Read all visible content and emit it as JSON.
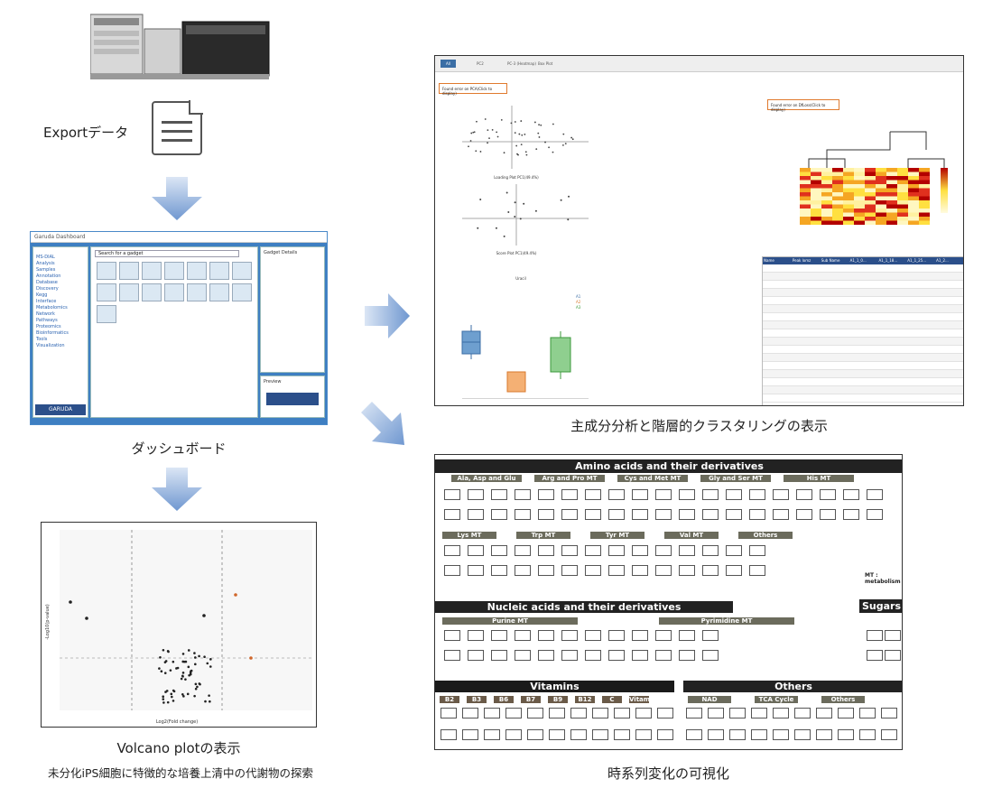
{
  "labels": {
    "export": "Exportデータ",
    "dashboard": "ダッシュボード",
    "volcano": "Volcano plotの表示",
    "volcano_sub": "未分化iPS細胞に特徴的な培養上清中の代謝物の探索",
    "pca": "主成分分析と階層的クラスタリングの表示",
    "timeseries": "時系列変化の可視化"
  },
  "dashboard_shot": {
    "title": "Garuda Dashboard",
    "search": "Search for a gadget",
    "brand": "GARUDA",
    "sidebar": [
      "MS-DIAL",
      "Analysis",
      "Samples",
      "Annotation",
      "Database",
      "Discovery",
      "Kegg",
      "Interface",
      "Metabolomics",
      "Network",
      "Pathways",
      "Proteomics",
      "Bioinformatics",
      "Tools",
      "Visualization"
    ],
    "detail_heading": "Gadget Details",
    "preview_heading": "Preview"
  },
  "volcano_shot": {
    "xlabel": "Log2(Fold change)",
    "ylabel": "-Log10(p-value)"
  },
  "pca_shot": {
    "tabs": [
      "All",
      "PC2",
      "PC-3 (Heatmap)",
      "Box Plot"
    ],
    "warn_left": "Found error on PCA(Click to display)",
    "warn_right": "Found error on DfLoss(Click to display)",
    "loading_xlabel": "Loading Plot PC1(49.4%)",
    "score_xlabel": "Score Plot PC1(49.4%)",
    "box_title": "Uracil",
    "legend": [
      "A1",
      "A2",
      "A3"
    ],
    "table_header": [
      "Name",
      "Peak lomz",
      "Sub Name",
      "A1_1_0...",
      "A1_1_18...",
      "A1_1_25...",
      "A1_2..."
    ]
  },
  "ts_shot": {
    "h1": "Amino acids and their derivatives",
    "h2": "Nucleic acids and their derivatives",
    "h3": "Sugars",
    "h4": "Vitamins",
    "h5": "Others",
    "mt": "MT : metabolism",
    "subs1": [
      "Ala, Asp and Glu MT",
      "Arg and Pro MT",
      "Cys and Met MT",
      "Gly and Ser MT",
      "His MT"
    ],
    "subs2": [
      "Lys MT",
      "Trp MT",
      "Tyr MT",
      "Val MT",
      "Others"
    ],
    "subs3": [
      "Purine MT",
      "Pyrimidine MT"
    ],
    "subs4": [
      "B2",
      "B3",
      "B6",
      "B7",
      "B9",
      "B12",
      "C",
      "Vitamin-like"
    ],
    "subs5": [
      "NAD",
      "TCA Cycle",
      "Others"
    ]
  },
  "colors": {
    "arrow": "#7fa3d6",
    "dash_frame": "#3e7fc2",
    "header_dark": "#222222",
    "sub_bar": "#6b6b5c",
    "warn_orange": "#e07a2e"
  }
}
